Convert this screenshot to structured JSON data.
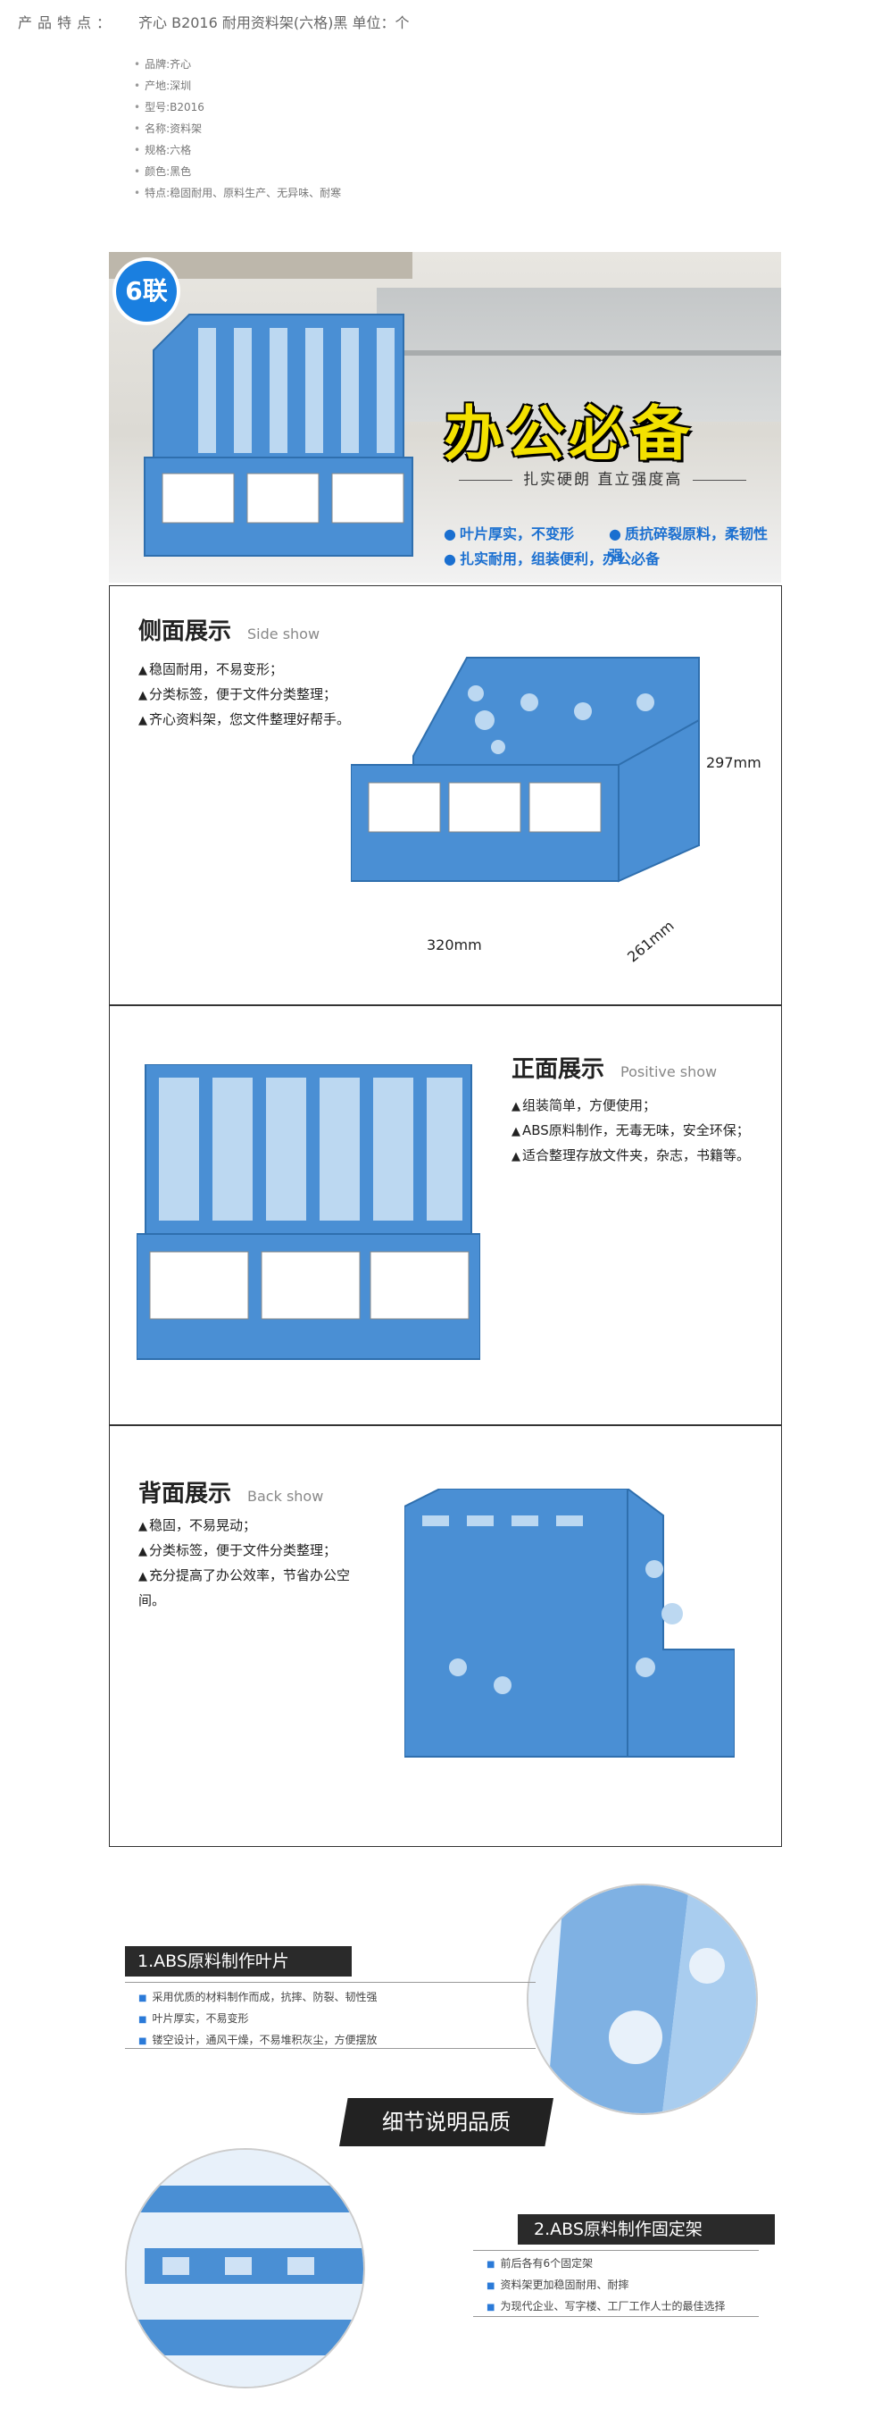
{
  "header": {
    "label": "产品特点：",
    "value": "齐心 B2016 耐用资料架(六格)黑 单位：个"
  },
  "specs": [
    "品牌:齐心",
    "产地:深圳",
    "型号:B2016",
    "名称:资料架",
    "规格:六格",
    "颜色:黑色",
    "特点:稳固耐用、原料生产、无异味、耐寒"
  ],
  "hero": {
    "badge": "6联",
    "title": "办公必备",
    "subtitle": "扎实硬朗 直立强度高",
    "features": [
      "叶片厚实，不变形",
      "质抗碎裂原料，柔韧性强",
      "扎实耐用，组装便利，办公必备"
    ]
  },
  "side": {
    "title": "侧面展示",
    "title_en": "Side show",
    "features": [
      "稳固耐用，不易变形；",
      "分类标签，便于文件分类整理；",
      "齐心资料架，您文件整理好帮手。"
    ],
    "dim_height": "297mm",
    "dim_width": "320mm",
    "dim_depth": "261mm"
  },
  "front": {
    "title": "正面展示",
    "title_en": "Positive show",
    "features": [
      "组装简单，方便使用；",
      "ABS原料制作，无毒无味，安全环保；",
      "适合整理存放文件夹，杂志，书籍等。"
    ]
  },
  "back": {
    "title": "背面展示",
    "title_en": "Back show",
    "features": [
      "稳固，不易晃动；",
      "分类标签，便于文件分类整理；",
      "充分提高了办公效率，节省办公空间。"
    ]
  },
  "details": {
    "center_title": "细节说明品质",
    "d1": {
      "title": "1.ABS原料制作叶片",
      "items": [
        "采用优质的材料制作而成，抗摔、防裂、韧性强",
        "叶片厚实，不易变形",
        "镂空设计，通风干燥，不易堆积灰尘，方便摆放"
      ]
    },
    "d2": {
      "title": "2.ABS原料制作固定架",
      "items": [
        "前后各有6个固定架",
        "资料架更加稳固耐用、耐摔",
        "为现代企业、写字楼、工厂工作人士的最佳选择"
      ]
    }
  },
  "colors": {
    "product_blue": "#4a8fd4",
    "accent_blue": "#1a7fe0",
    "title_yellow": "#f3e100"
  }
}
